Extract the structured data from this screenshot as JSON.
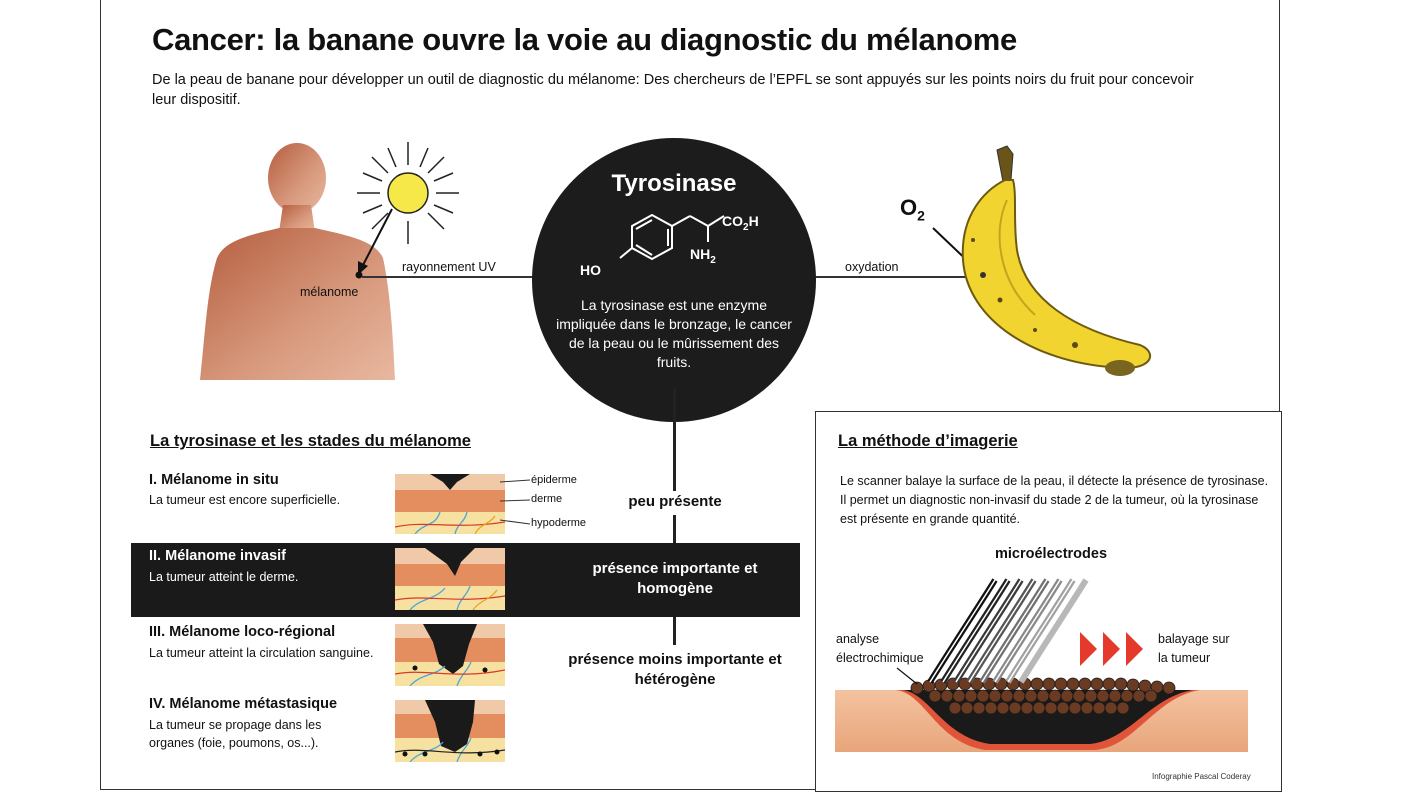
{
  "header": {
    "title": "Cancer: la banane ouvre la voie au diagnostic du mélanome",
    "subtitle": "De la peau de banane pour développer un outil de diagnostic du mélanome: Des chercheurs de l’EPFL se sont appuyés sur les points noirs du fruit pour concevoir leur dispositif."
  },
  "top": {
    "melanome_label": "mélanome",
    "uv_label": "rayonnement UV",
    "oxidation_label": "oxydation",
    "o2_label": "O",
    "o2_sub": "2"
  },
  "enzyme": {
    "title": "Tyrosinase",
    "co2h": "CO",
    "co2h_sub": "2",
    "co2h_end": "H",
    "nh2": "NH",
    "nh2_sub": "2",
    "ho": "HO",
    "description": "La tyrosinase est une enzyme impliquée dans le bronzage, le cancer de la peau ou le mûrissement des fruits."
  },
  "stages": {
    "section_title": "La tyrosinase et les stades du mélanome",
    "layers": {
      "epidermis": "épiderme",
      "dermis": "derme",
      "hypodermis": "hypoderme"
    },
    "items": [
      {
        "title": "I. Mélanome in situ",
        "desc": "La tumeur est encore superficielle."
      },
      {
        "title": "II. Mélanome invasif",
        "desc": "La tumeur atteint le derme."
      },
      {
        "title": "III. Mélanome loco-régional",
        "desc": "La tumeur atteint la circulation sanguine."
      },
      {
        "title": "IV. Mélanome métastasique",
        "desc": "La tumeur se propage dans les organes (foie, poumons, os...)."
      }
    ],
    "presence": [
      "peu présente",
      "présence importante et homogène",
      "présence moins importante et hétérogène"
    ]
  },
  "method": {
    "title": "La méthode d’imagerie",
    "text": "Le scanner balaye la surface de la peau, il détecte la présence de tyrosinase. Il permet un diagnostic non-invasif du stade 2 de la tumeur, où la tyrosinase est présente en grande quantité.",
    "microelectrodes_label": "microélectrodes",
    "analysis_label": "analyse électrochimique",
    "sweep_label": "balayage sur la tumeur",
    "credit": "Infographie Pascal Coderay"
  },
  "colors": {
    "skin": "#c9785a",
    "sun": "#f7e84a",
    "banana": "#f2d431",
    "dark": "#1c1c1c",
    "arrow_red": "#e53a2b"
  }
}
